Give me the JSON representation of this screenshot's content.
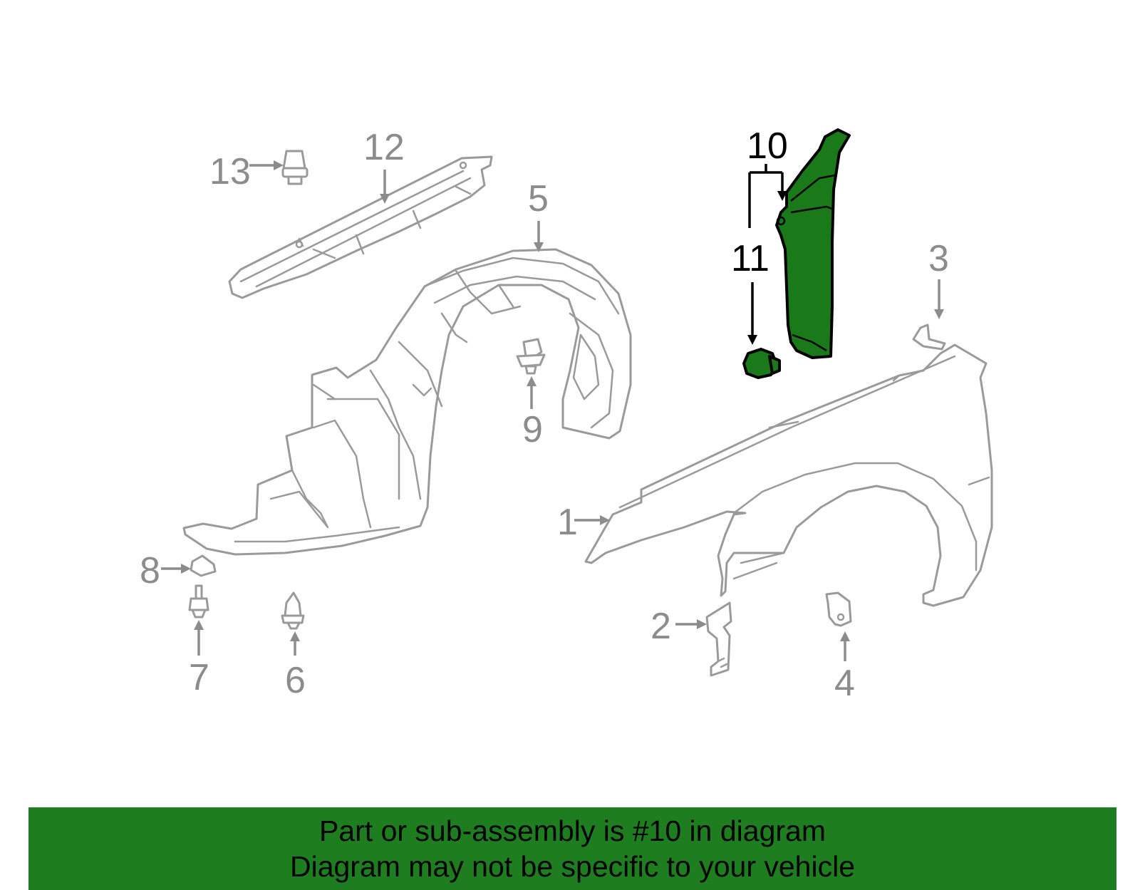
{
  "callouts": {
    "c1": "1",
    "c2": "2",
    "c3": "3",
    "c4": "4",
    "c5": "5",
    "c6": "6",
    "c7": "7",
    "c8": "8",
    "c9": "9",
    "c10": "10",
    "c11": "11",
    "c12": "12",
    "c13": "13"
  },
  "highlight": {
    "part_number": "10",
    "color": "#1e7d1e"
  },
  "banner": {
    "line1": "Part or sub-assembly is #10 in diagram",
    "line2": "Diagram may not be specific to your vehicle",
    "background": "#1e7d1e"
  }
}
